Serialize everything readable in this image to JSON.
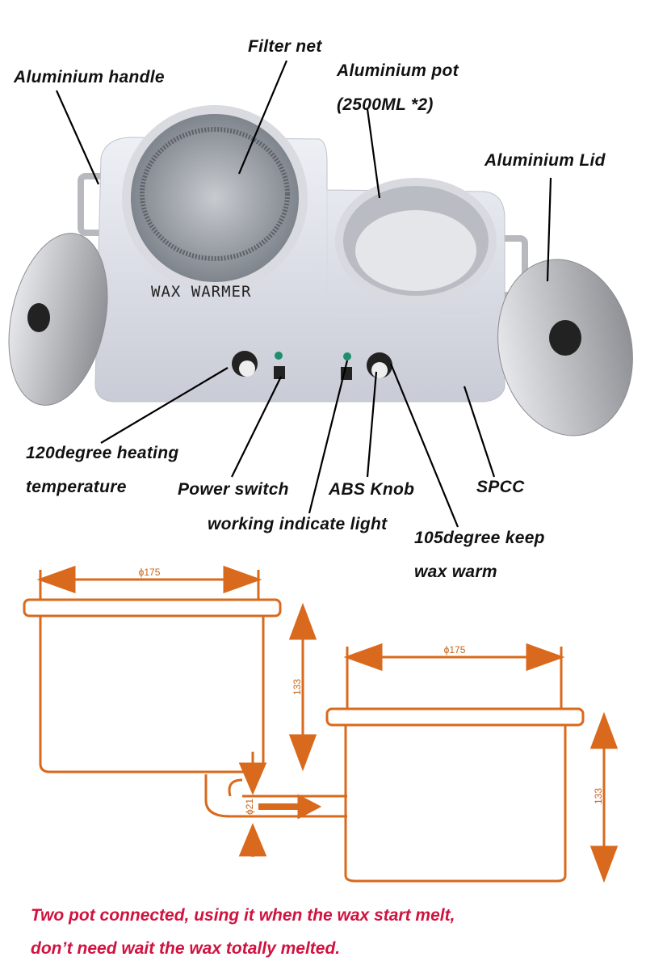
{
  "product": {
    "panel_text": "WAX WARMER"
  },
  "labels": {
    "filter_net": "Filter net",
    "aluminium_handle": "Aluminium handle",
    "aluminium_pot_line1": "Aluminium pot",
    "aluminium_pot_line2": "(2500ML *2)",
    "aluminium_lid": "Aluminium Lid",
    "heating_line1": "120degree heating",
    "heating_line2": "temperature",
    "power_switch": "Power switch",
    "abs_knob": "ABS  Knob",
    "spcc": "SPCC",
    "indicate_light": "working indicate light",
    "keep_warm_line1": "105degree keep",
    "keep_warm_line2": "wax warm"
  },
  "dimensions": {
    "pot_diameter_left": "ϕ175",
    "pot_height_left": "133",
    "pot_diameter_right": "ϕ175",
    "pot_height_right": "133",
    "pipe_diameter": "ϕ21"
  },
  "caption": {
    "line1": "Two pot connected, using it when the wax start melt,",
    "line2": "don’t need wait the wax totally melted."
  },
  "colors": {
    "dimension_orange": "#d9691c",
    "caption_red": "#d1123f"
  }
}
